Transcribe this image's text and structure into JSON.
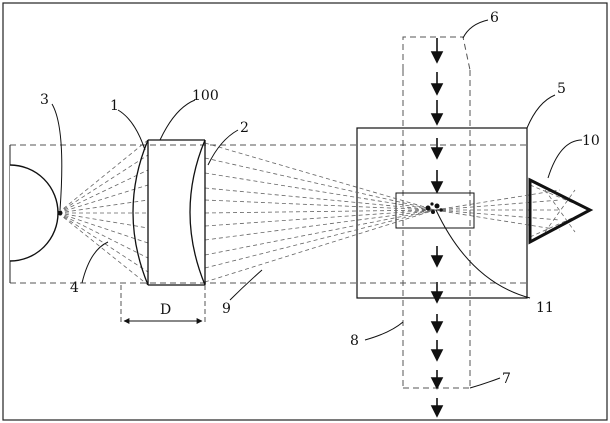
{
  "labels": {
    "n1": "1",
    "n2": "2",
    "n3": "3",
    "n4": "4",
    "n5": "5",
    "n6": "6",
    "n7": "7",
    "n8": "8",
    "n9": "9",
    "n10": "10",
    "n11": "11",
    "n100": "100",
    "dim_d": "D"
  },
  "colors": {
    "stroke": "#111111",
    "dashed": "#555555",
    "background": "#ffffff"
  }
}
